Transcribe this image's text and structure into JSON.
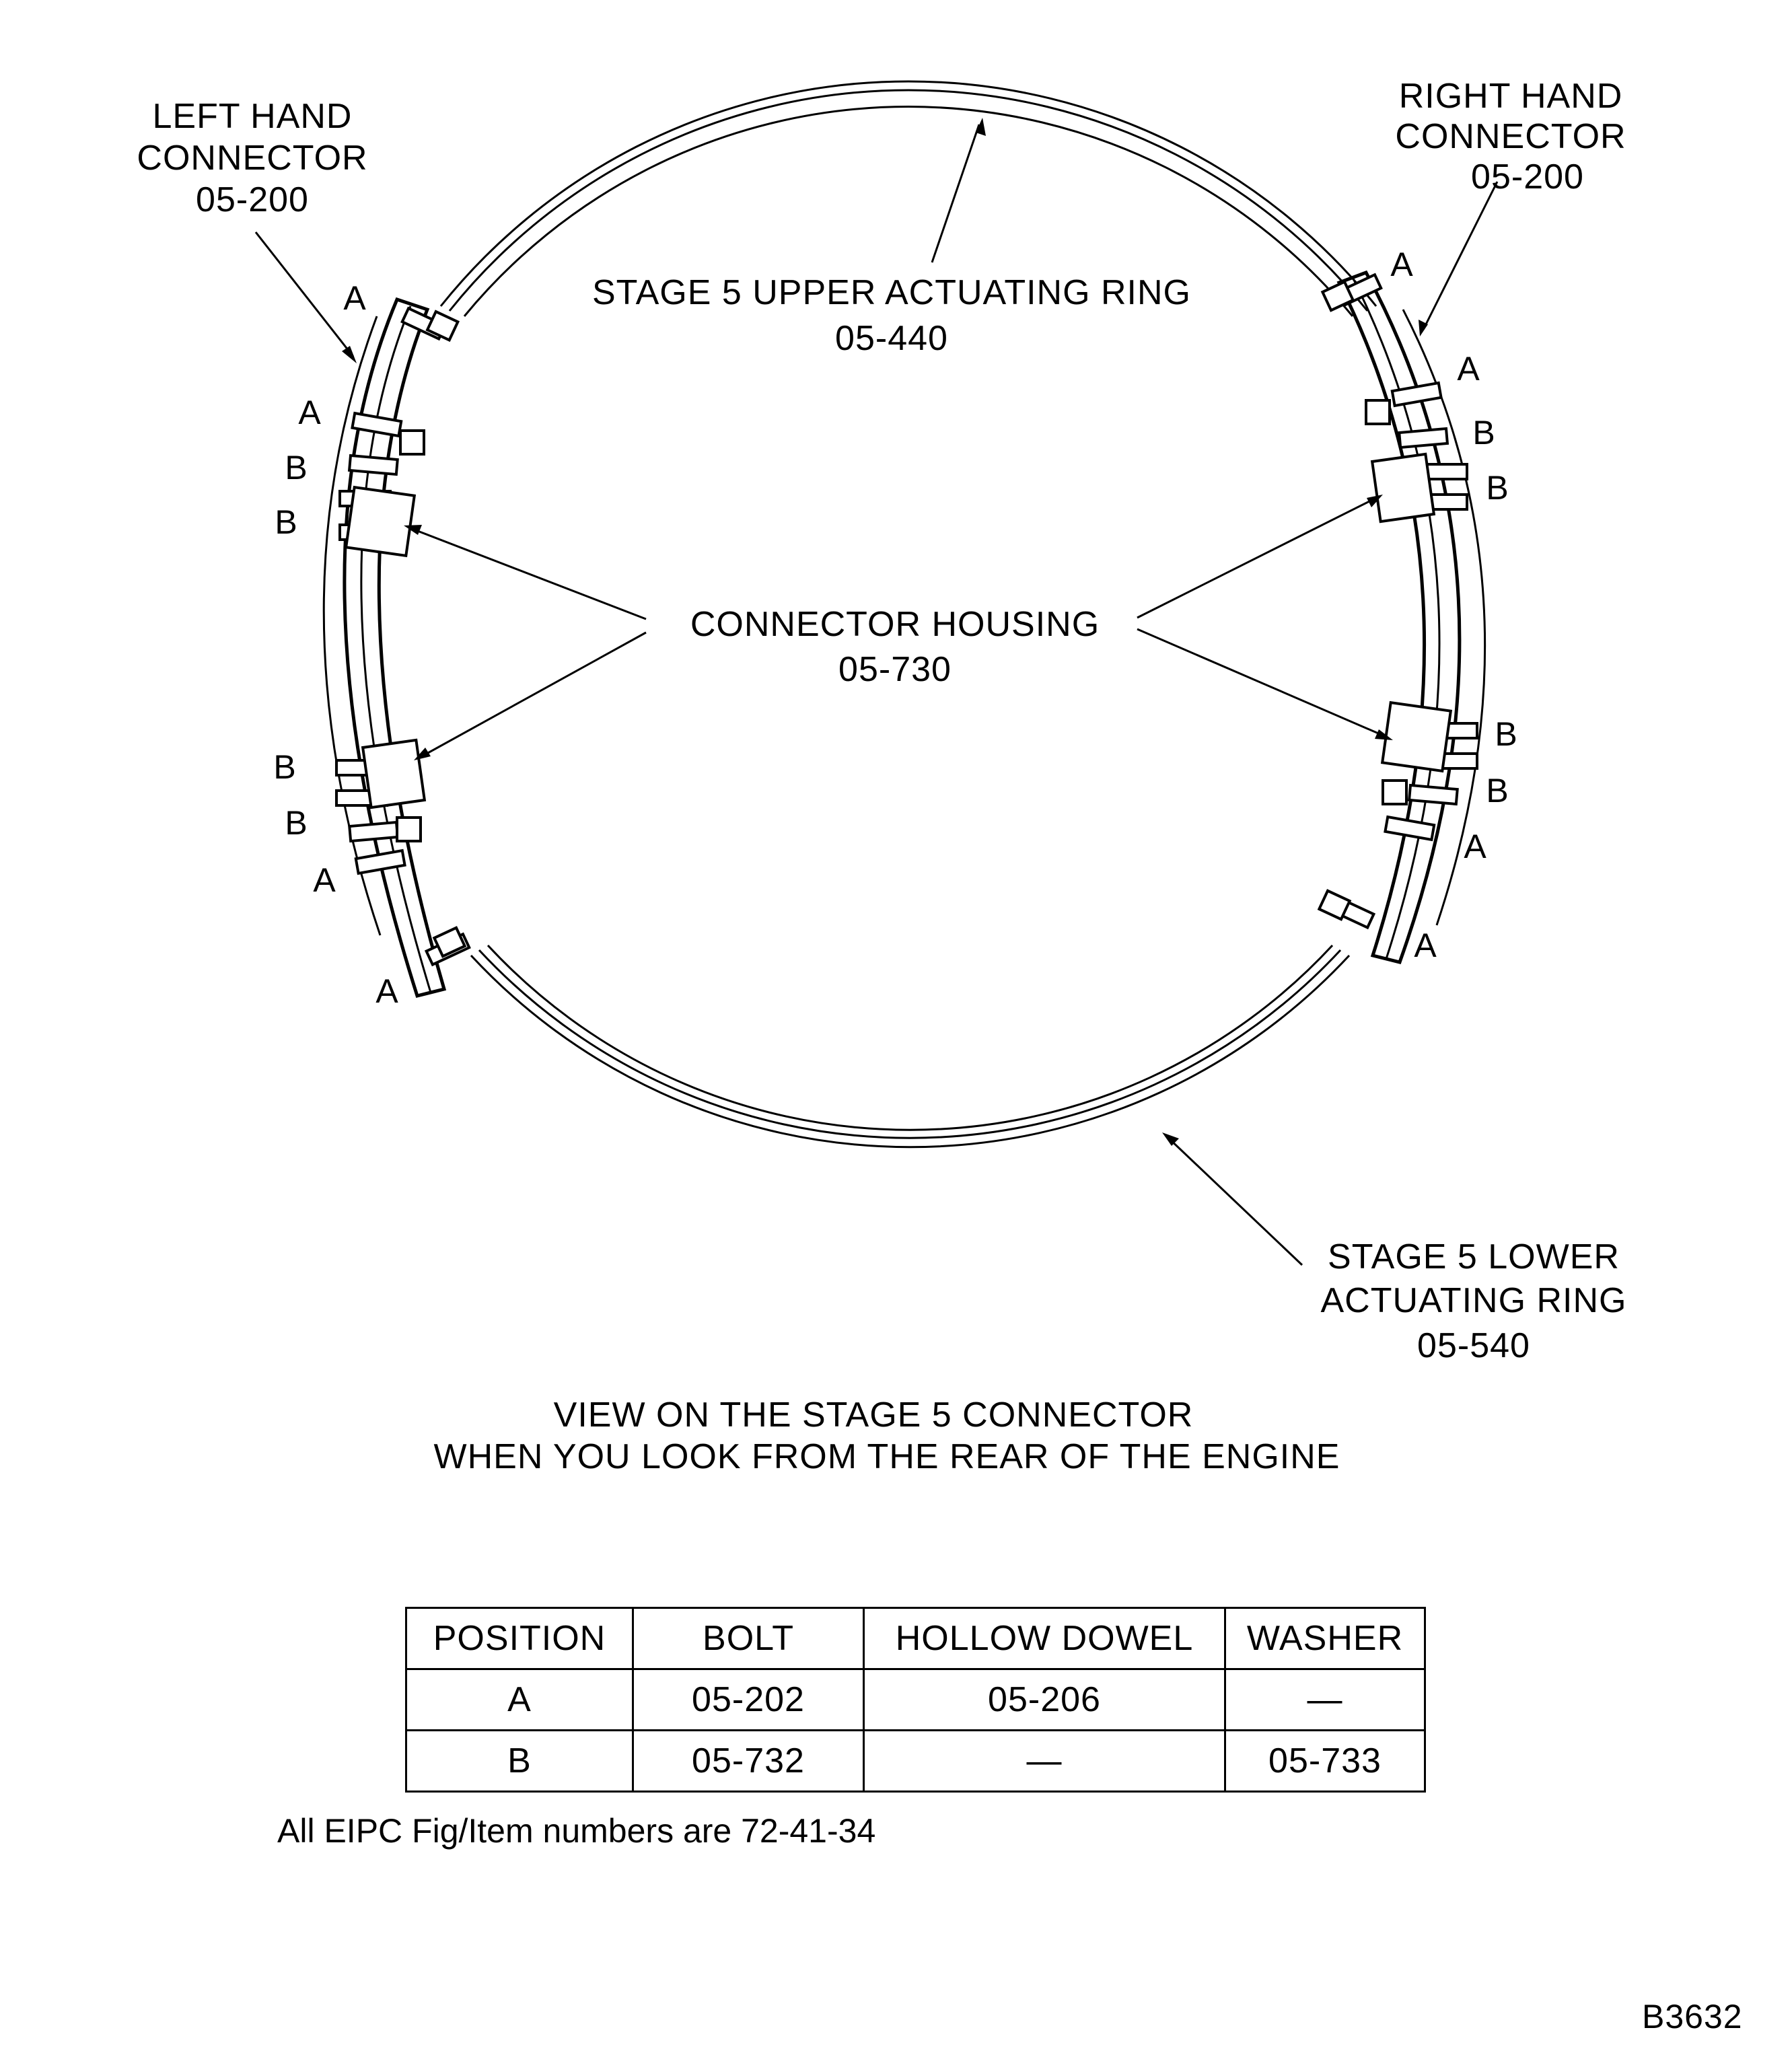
{
  "labels": {
    "left_connector": [
      "LEFT HAND",
      "CONNECTOR",
      "05-200"
    ],
    "right_connector": [
      "RIGHT HAND",
      "CONNECTOR",
      "05-200"
    ],
    "upper_ring": [
      "STAGE 5  UPPER ACTUATING RING",
      "05-440"
    ],
    "housing": [
      "CONNECTOR  HOUSING",
      "05-730"
    ],
    "lower_ring": [
      "STAGE 5  LOWER",
      "ACTUATING RING",
      "05-540"
    ]
  },
  "position_marks": {
    "left": [
      "A",
      "A",
      "B",
      "B",
      "B",
      "B",
      "A",
      "A"
    ],
    "right": [
      "A",
      "A",
      "B",
      "B",
      "B",
      "B",
      "A",
      "A"
    ]
  },
  "caption": [
    "VIEW ON THE STAGE 5 CONNECTOR",
    "WHEN YOU LOOK FROM THE REAR OF THE ENGINE"
  ],
  "table": {
    "headers": [
      "POSITION",
      "BOLT",
      "HOLLOW  DOWEL",
      "WASHER"
    ],
    "rows": [
      [
        "A",
        "05-202",
        "05-206",
        "—"
      ],
      [
        "B",
        "05-732",
        "—",
        "05-733"
      ]
    ]
  },
  "footnote": "All EIPC Fig/Item numbers are 72-41-34",
  "figure_id": "B3632"
}
